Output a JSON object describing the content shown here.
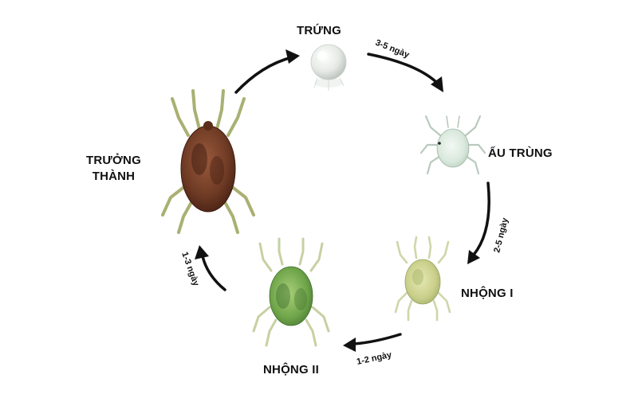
{
  "stages": {
    "egg": {
      "label": "TRỨNG",
      "image": "mite-egg"
    },
    "larva": {
      "label": "ẤU TRÙNG",
      "image": "mite-larva"
    },
    "nymph1": {
      "label": "NHỘNG I",
      "image": "mite-nymph-1"
    },
    "nymph2": {
      "label": "NHỘNG II",
      "image": "mite-nymph-2"
    },
    "adult": {
      "label_line1": "TRƯỞNG",
      "label_line2": "THÀNH",
      "image": "mite-adult"
    }
  },
  "durations": {
    "egg_to_larva": "3-5 ngày",
    "larva_to_nymph1": "2-5 ngày",
    "nymph1_to_nymph2": "1-2 ngày",
    "nymph2_to_adult": "1-3 ngày"
  },
  "colors": {
    "arrow": "#111111",
    "adult_body": "#6e3a24",
    "nymph2_body": "#6fa54a",
    "nymph1_body": "#c9cf8a",
    "larva_body": "#d9e8dc",
    "egg": "#e6eae6"
  }
}
